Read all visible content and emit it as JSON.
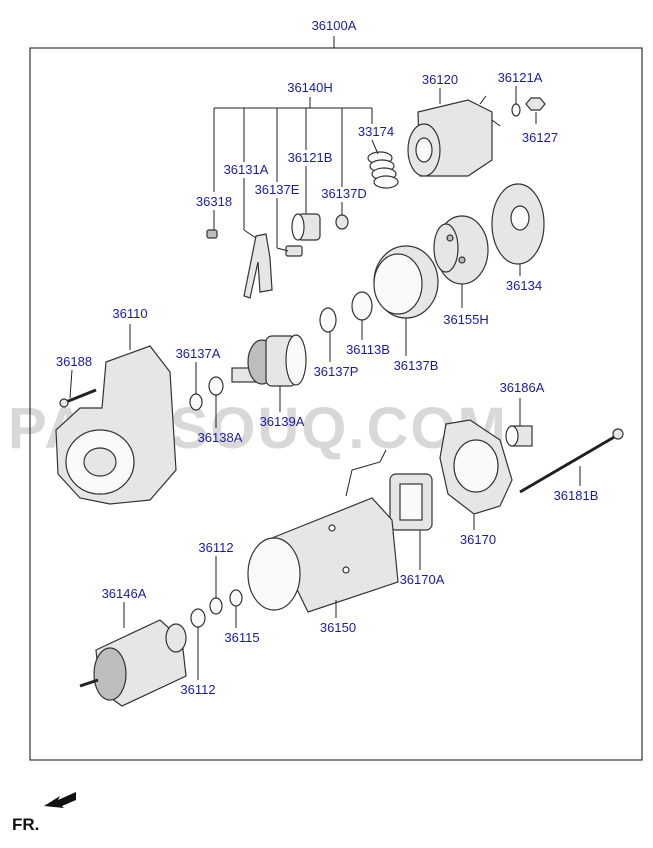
{
  "watermark": "PARTSOUQ.COM",
  "direction_label": "FR.",
  "part_labels": {
    "assembly": "36100A",
    "kit": "36140H",
    "p36120": "36120",
    "p36121A": "36121A",
    "p36127": "36127",
    "p33174": "33174",
    "p36131A": "36131A",
    "p36121B": "36121B",
    "p36137E": "36137E",
    "p36137D": "36137D",
    "p36318": "36318",
    "p36134": "36134",
    "p36155H": "36155H",
    "p36110": "36110",
    "p36113B": "36113B",
    "p36137B": "36137B",
    "p36188": "36188",
    "p36137A": "36137A",
    "p36137P": "36137P",
    "p36138A": "36138A",
    "p36139A": "36139A",
    "p36186A": "36186A",
    "p36181B": "36181B",
    "p36170": "36170",
    "p36112_top": "36112",
    "p36170A": "36170A",
    "p36146A": "36146A",
    "p36115": "36115",
    "p36150": "36150",
    "p36112_bottom": "36112"
  }
}
